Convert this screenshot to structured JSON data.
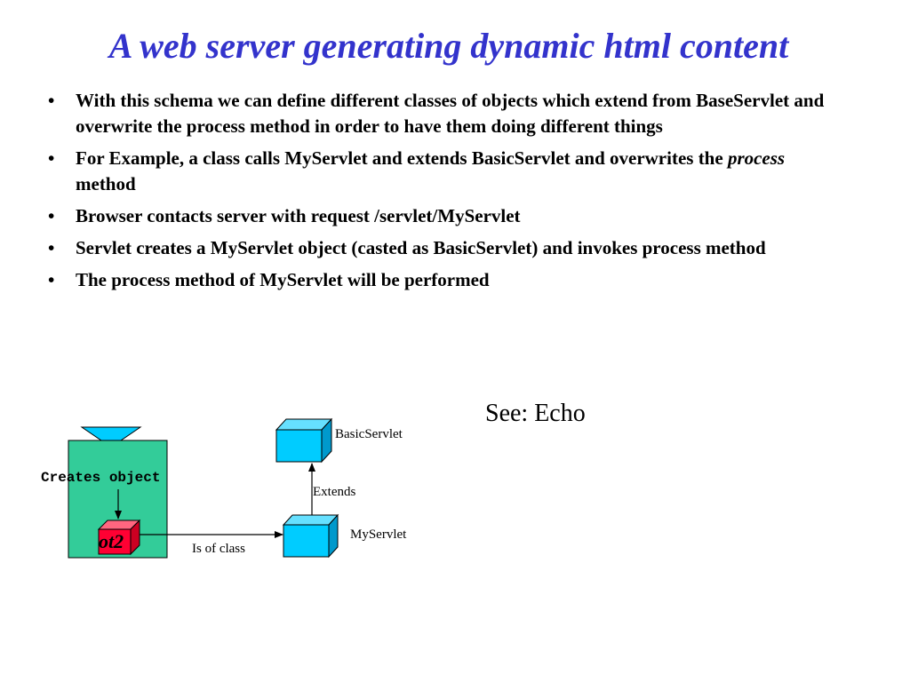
{
  "slide": {
    "title": "A web server generating dynamic html content",
    "bullets": [
      {
        "text": "With this schema we can define different classes of objects which extend from BaseServlet and overwrite the process method in order to have them doing different things"
      },
      {
        "text_before": "For Example, a class calls MyServlet and extends BasicServlet and overwrites the ",
        "emphasis": "process",
        "text_after": " method"
      },
      {
        "text": "Browser contacts server with request /servlet/MyServlet"
      },
      {
        "text": "Servlet creates a MyServlet object (casted as BasicServlet) and invokes process method"
      },
      {
        "text": "The process method of MyServlet will be performed"
      }
    ],
    "see_also": "See: Echo"
  },
  "diagram": {
    "server_label": "Creates object",
    "object_label": "ot2",
    "is_of_class_label": "Is of class",
    "extends_label": "Extends",
    "subclass_label": "MyServlet",
    "base_class_label": "BasicServlet",
    "colors": {
      "server_fill": "#33cc99",
      "server_cap": "#00ccff",
      "cube_front": "#00ccff",
      "cube_top": "#66e0ff",
      "cube_side": "#0099cc",
      "object_front": "#ff0033",
      "object_top": "#ff6680",
      "object_side": "#cc0022",
      "title_color": "#3333cc"
    }
  }
}
